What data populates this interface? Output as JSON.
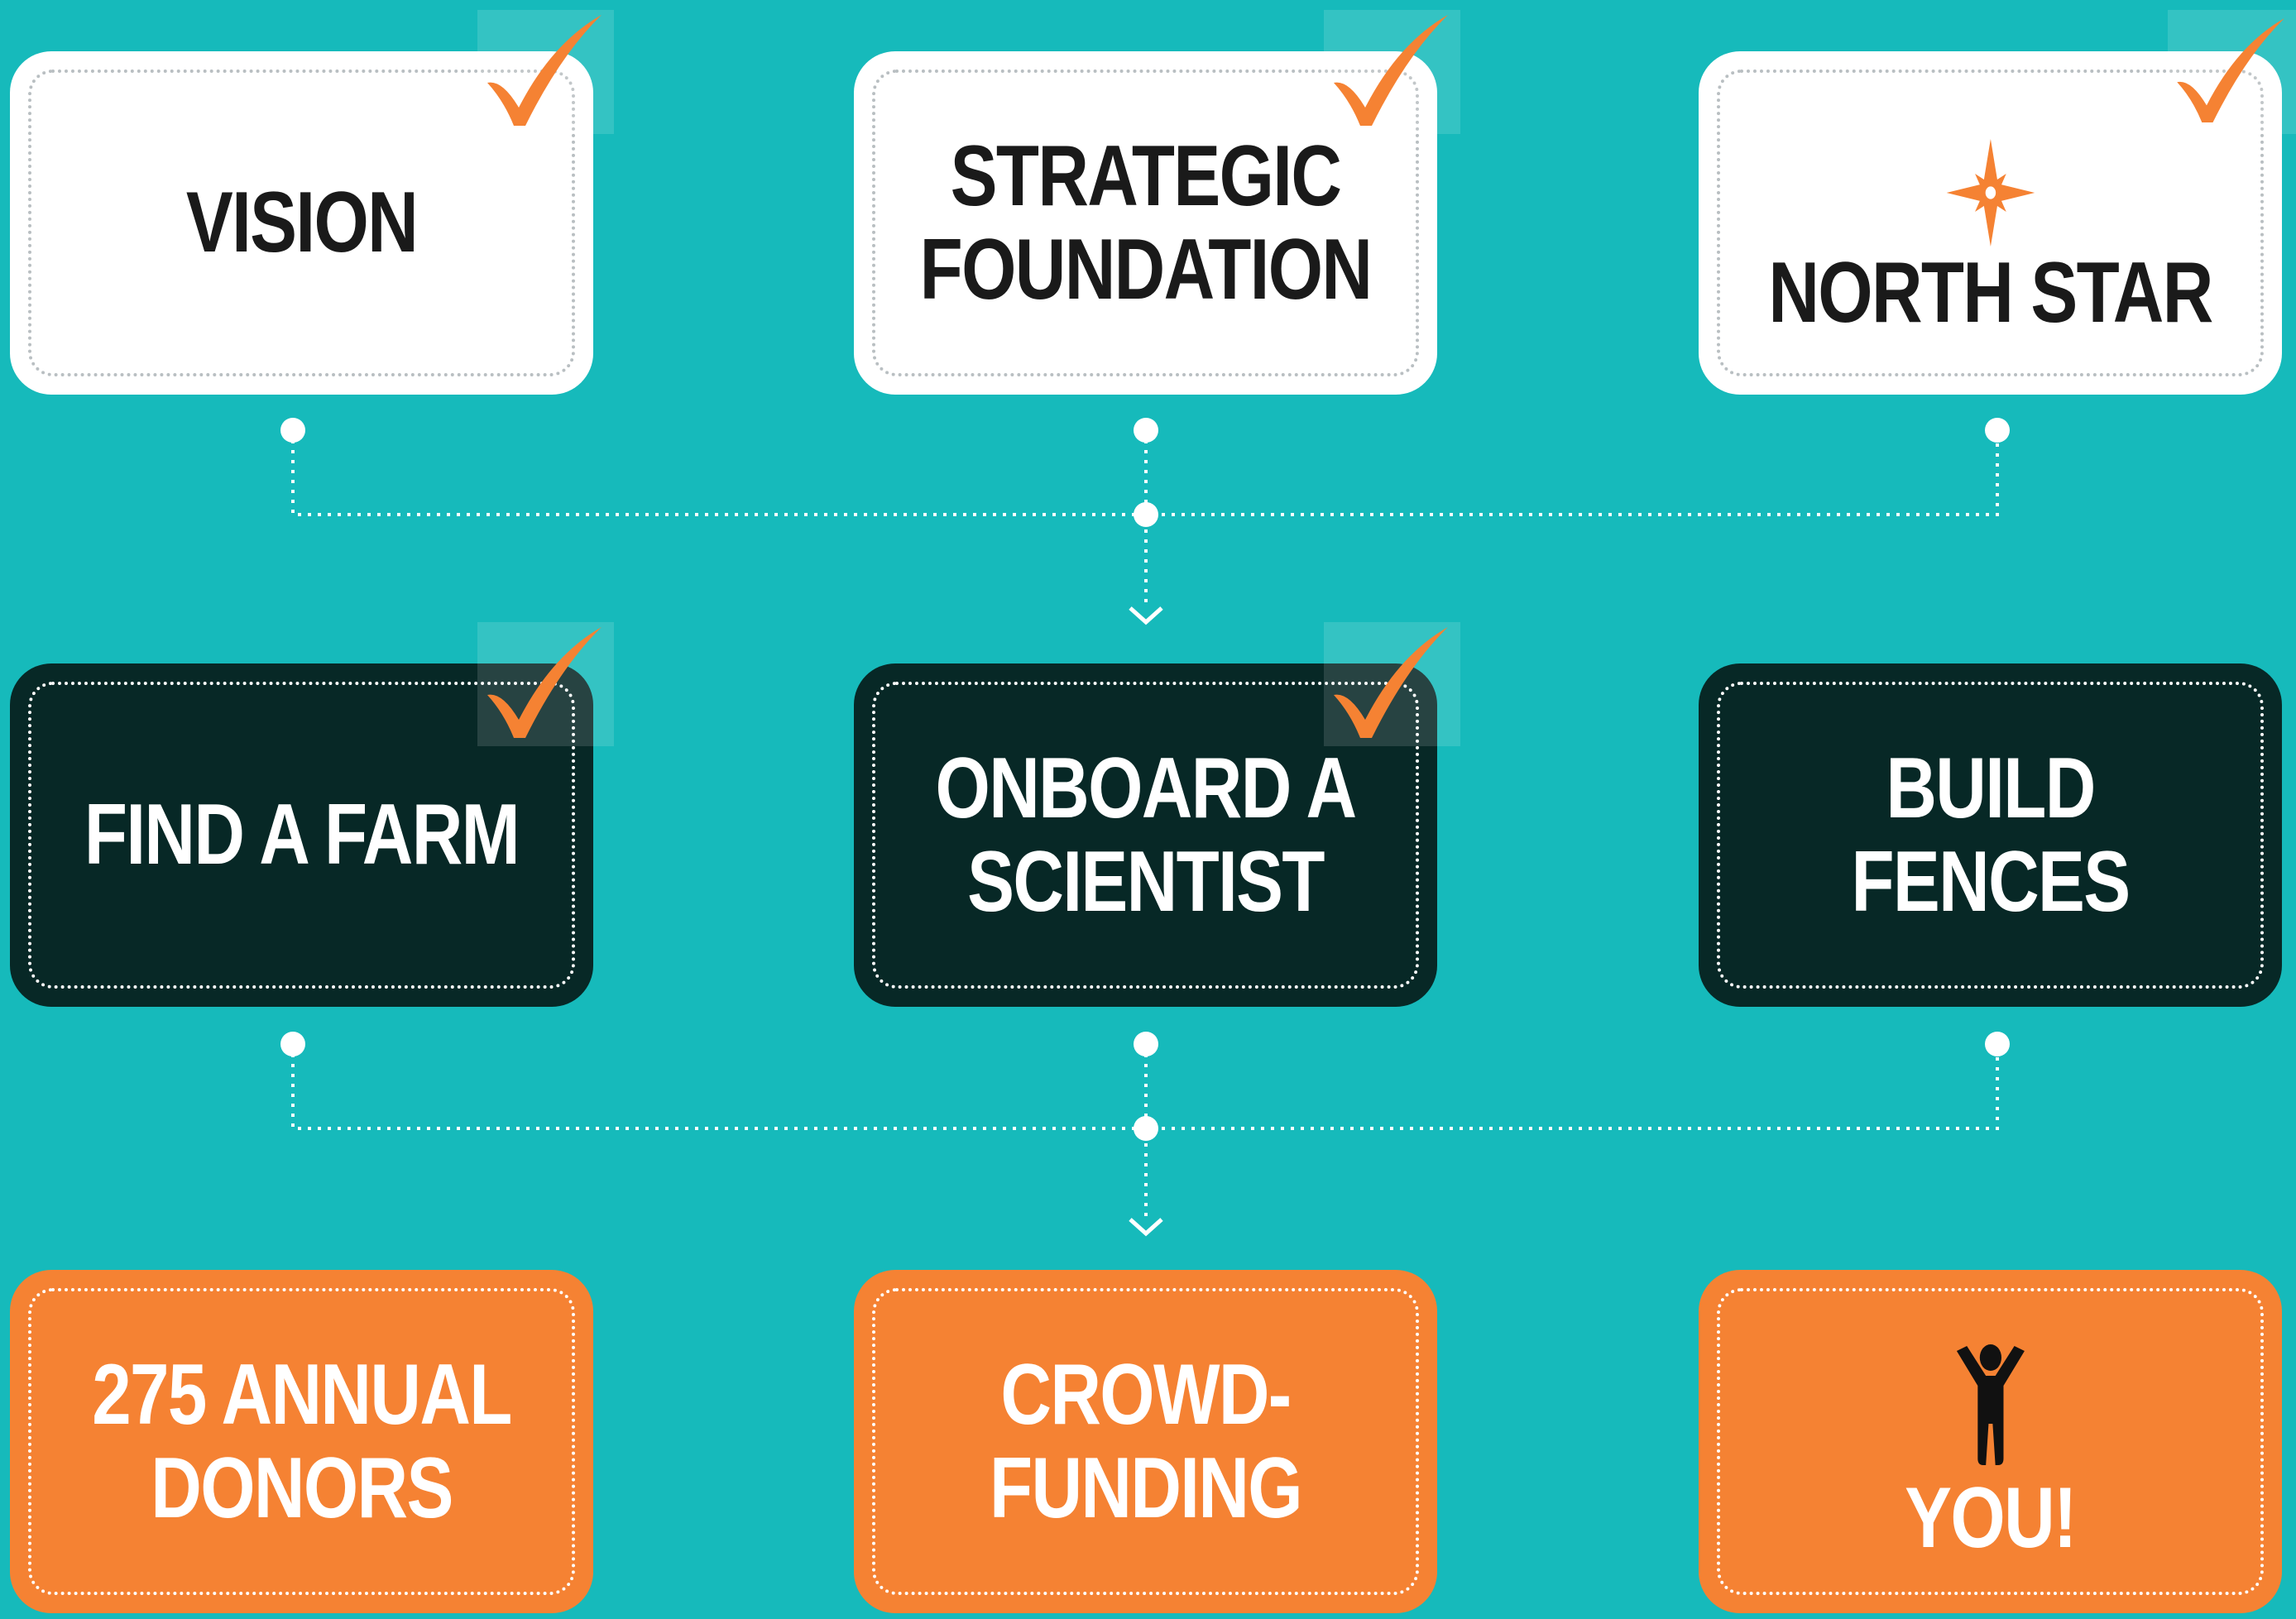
{
  "colors": {
    "background": "#16babb",
    "white_card": "#ffffff",
    "dark_card": "#072826",
    "orange_card": "#f58233",
    "check_mark": "#f58233",
    "connector": "#ffffff"
  },
  "rows": [
    {
      "cards": [
        {
          "label": "VISION",
          "checked": true,
          "icon": ""
        },
        {
          "label": "STRATEGIC\nFOUNDATION",
          "checked": true,
          "icon": ""
        },
        {
          "label": "NORTH STAR",
          "checked": true,
          "icon": "north-star-icon"
        }
      ]
    },
    {
      "cards": [
        {
          "label": "FIND A FARM",
          "checked": true,
          "icon": ""
        },
        {
          "label": "ONBOARD A\nSCIENTIST",
          "checked": true,
          "icon": ""
        },
        {
          "label": "BUILD\nFENCES",
          "checked": false,
          "icon": ""
        }
      ]
    },
    {
      "cards": [
        {
          "label": "275 ANNUAL\nDONORS",
          "checked": false,
          "icon": ""
        },
        {
          "label": "CROWD-\nFUNDING",
          "checked": false,
          "icon": ""
        },
        {
          "label": "YOU!",
          "checked": false,
          "icon": "person-arms-up-icon"
        }
      ]
    }
  ]
}
